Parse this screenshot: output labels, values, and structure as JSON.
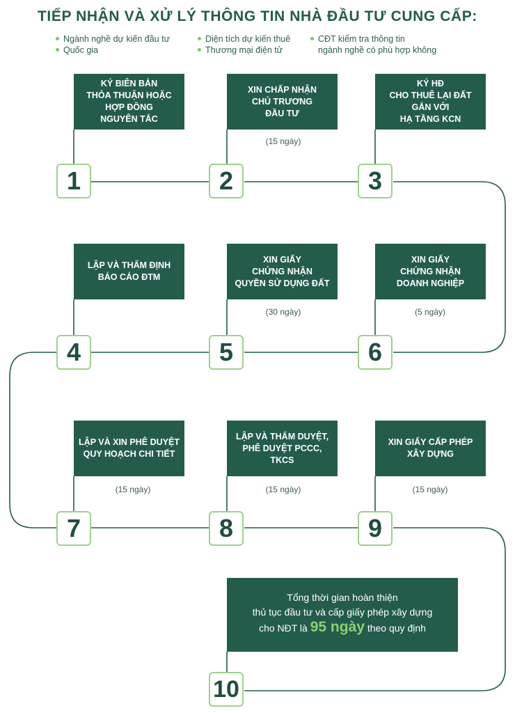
{
  "title": "TIẾP NHẬN VÀ XỬ LÝ THÔNG TIN NHÀ ĐẦU TƯ CUNG CẤP:",
  "criteria": {
    "col1": [
      "Ngành nghề dự kiến đầu tư",
      "Quốc gia"
    ],
    "col2": [
      "Diện tích dự kiến thuê",
      "Thương mại điện tử"
    ],
    "col3": [
      "CĐT kiểm tra thông tin",
      "ngành nghề có phù hợp không"
    ]
  },
  "steps": [
    {
      "number": "1",
      "label": "KÝ BIÊN BẢN\nTHỎA THUẬN HOẶC\nHỢP ĐỒNG\nNGUYÊN TẮC",
      "duration": ""
    },
    {
      "number": "2",
      "label": "XIN CHẤP NHẬN\nCHỦ TRƯƠNG\nĐẦU TƯ",
      "duration": "(15 ngày)"
    },
    {
      "number": "3",
      "label": "KÝ HĐ\nCHO THUÊ LẠI ĐẤT\nGẮN VỚI\nHẠ TẦNG KCN",
      "duration": ""
    },
    {
      "number": "4",
      "label": "LẬP VÀ THẨM ĐỊNH\nBÁO CÁO ĐTM",
      "duration": ""
    },
    {
      "number": "5",
      "label": "XIN GIẤY\nCHỨNG NHẬN\nQUYỀN SỬ DỤNG ĐẤT",
      "duration": "(30 ngày)"
    },
    {
      "number": "6",
      "label": "XIN GIẤY\nCHỨNG NHẬN\nDOANH NGHIỆP",
      "duration": "(5 ngày)"
    },
    {
      "number": "7",
      "label": "LẬP VÀ XIN PHÊ DUYỆT\nQUY HOẠCH CHI TIẾT",
      "duration": "(15 ngày)"
    },
    {
      "number": "8",
      "label": "LẬP VÀ THẨM DUYỆT,\nPHÊ DUYỆT PCCC,\nTKCS",
      "duration": "(15 ngày)"
    },
    {
      "number": "9",
      "label": "XIN GIẤY CẤP PHÉP\nXÂY DỰNG",
      "duration": "(15 ngày)"
    },
    {
      "number": "10",
      "label": "",
      "duration": ""
    }
  ],
  "summary": {
    "line1": "Tổng thời gian hoàn thiện",
    "line2": "thủ tục đầu tư và cấp giấy phép xây dựng",
    "line3_prefix": "cho NĐT là",
    "highlight": "95 ngày",
    "line3_suffix": "theo quy định"
  },
  "colors": {
    "box": "#245c4c",
    "accent": "#8fd16e",
    "connector": "#245c4c",
    "number_border": "#9fd08f"
  }
}
